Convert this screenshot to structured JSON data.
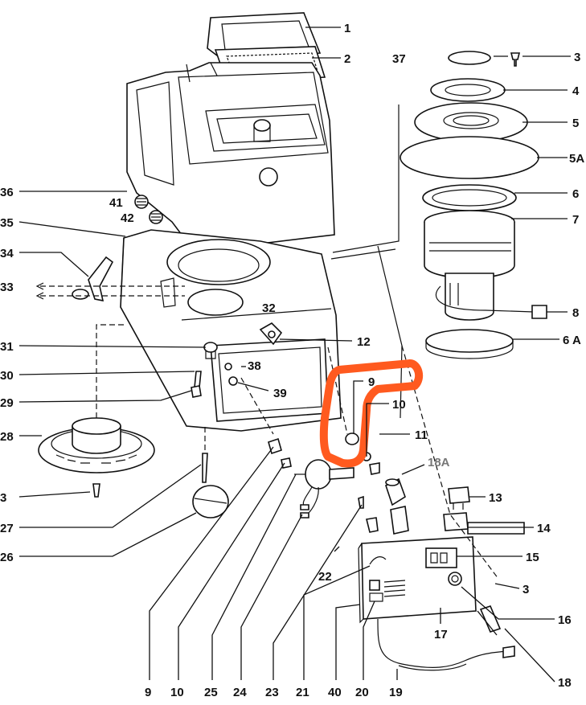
{
  "diagram": {
    "highlight_color": "#ff5a1f",
    "callouts": {
      "c1": "1",
      "c2": "2",
      "c3a": "3",
      "c37": "37",
      "c4": "4",
      "c5": "5",
      "c5a": "5A",
      "c6": "6",
      "c7": "7",
      "c8": "8",
      "c6a": "6 A",
      "c36": "36",
      "c41": "41",
      "c42": "42",
      "c35": "35",
      "c34": "34",
      "c33": "33",
      "c32": "32",
      "c12": "12",
      "c31": "31",
      "c30": "30",
      "c38": "38",
      "c39": "39",
      "c29": "29",
      "c9a": "9",
      "c10a": "10",
      "c11": "11",
      "c18a": "18A",
      "c28": "28",
      "c3b": "3",
      "c13": "13",
      "c14": "14",
      "c27": "27",
      "c15": "15",
      "c3c": "3",
      "c26": "26",
      "c22": "22",
      "c16": "16",
      "c17": "17",
      "c18": "18",
      "b9": "9",
      "b10": "10",
      "b25": "25",
      "b24": "24",
      "b23": "23",
      "b21": "21",
      "b40": "40",
      "b20": "20",
      "b19": "19"
    }
  }
}
